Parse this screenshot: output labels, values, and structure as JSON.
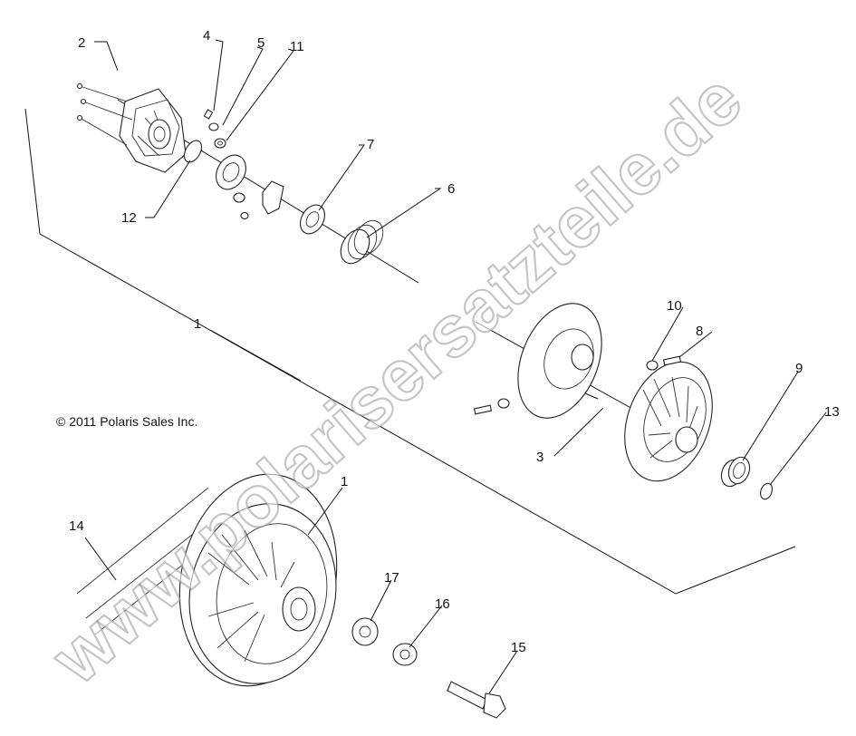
{
  "copyright": "© 2011 Polaris Sales Inc.",
  "watermark": "www.polarisersatzteile.de",
  "callouts": [
    "2",
    "4",
    "5",
    "11",
    "7",
    "6",
    "12",
    "1",
    "10",
    "8",
    "9",
    "13",
    "3",
    "14",
    "1",
    "17",
    "16",
    "15"
  ],
  "colors": {
    "line": "#222222",
    "background": "#ffffff",
    "watermark_stroke": "#969696"
  }
}
